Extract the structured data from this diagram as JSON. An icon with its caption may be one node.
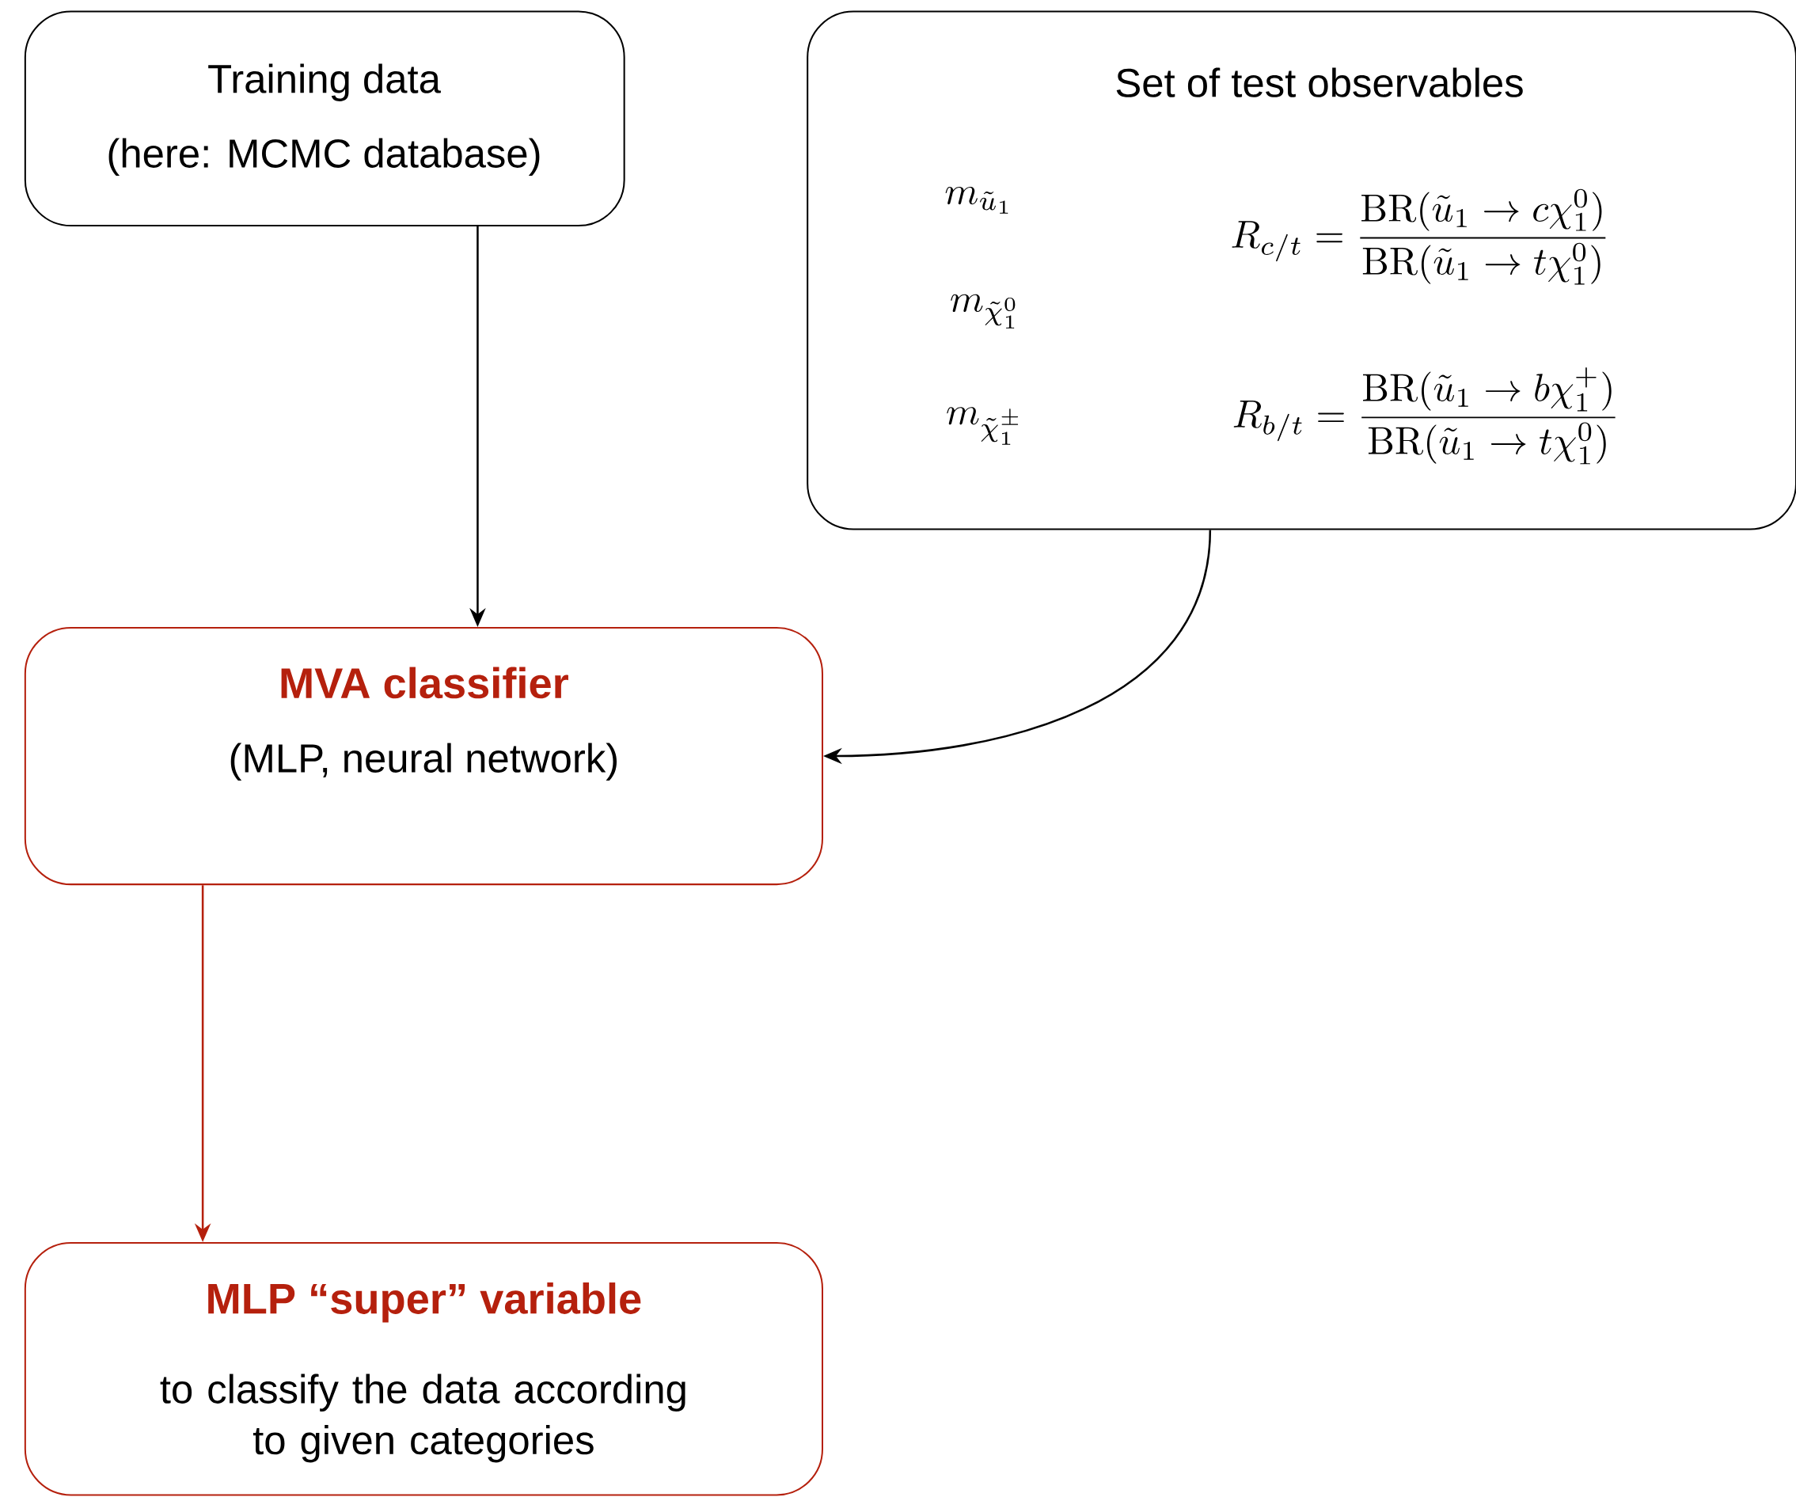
{
  "diagram": {
    "nodes": [
      {
        "text": [
          "Training data",
          "(here: MCMC database)"
        ]
      },
      {
        "text": [
          "Set of test observables",
          "m_{\\tilde{u}_1}",
          "m_{\\tilde{\\chi}^0_1}",
          "m_{\\tilde{\\chi}^\\pm_1}",
          "R_{c/t}=\\frac{\\mathrm{BR}(\\tilde{u}_1\\to c\\chi^0_1)}{\\mathrm{BR}(\\tilde{u}_1\\to t\\chi^0_1)}",
          "R_{b/t}=\\frac{\\mathrm{BR}(\\tilde{u}_1\\to b\\chi^+_1)}{\\mathrm{BR}(\\tilde{u}_1\\to t\\chi^0_1)}"
        ]
      },
      {
        "text": [
          "MVA classifier",
          "(MLP, neural network)"
        ]
      },
      {
        "text": [
          "MLP “super” variable",
          "to classify the data according to given categories"
        ]
      }
    ],
    "edges": [
      {
        "from": 0,
        "to": 2,
        "arrow": "to"
      },
      {
        "from": 1,
        "to": 2,
        "arrow": "to"
      },
      {
        "from": 2,
        "to": 3,
        "arrow": "to",
        "color": "#b5200d"
      }
    ]
  }
}
